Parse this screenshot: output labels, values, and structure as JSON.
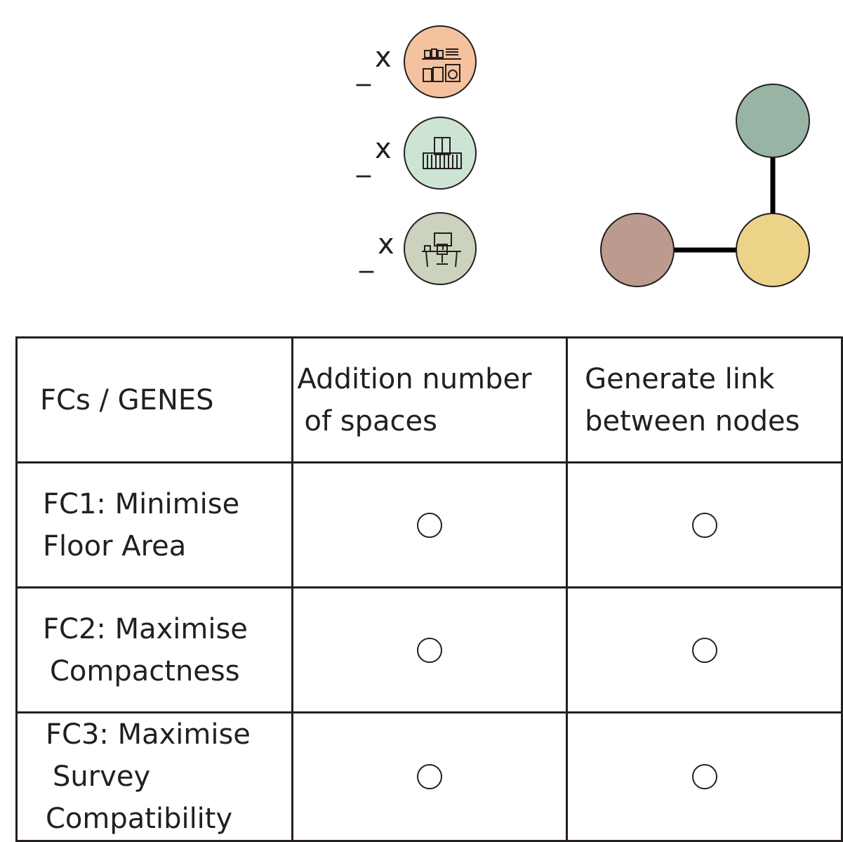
{
  "space_counters": [
    {
      "blank": "_",
      "mult": "x",
      "icon": "laundry-icon",
      "fill": "#f4c29e"
    },
    {
      "blank": "_",
      "mult": "x",
      "icon": "balcony-icon",
      "fill": "#cde4d5"
    },
    {
      "blank": "_",
      "mult": "x",
      "icon": "workspace-icon",
      "fill": "#cbd2bd"
    }
  ],
  "graph": {
    "nodes": [
      {
        "id": "top",
        "fill": "#98b4a5"
      },
      {
        "id": "left",
        "fill": "#bc9b8e"
      },
      {
        "id": "right",
        "fill": "#ecd388"
      }
    ],
    "edges": [
      [
        "top",
        "right"
      ],
      [
        "left",
        "right"
      ]
    ]
  },
  "table": {
    "header": {
      "corner": "FCs / GENES",
      "col1_line1": "Addition number",
      "col1_line2": "of spaces",
      "col2_line1": "Generate link",
      "col2_line2": "between nodes"
    },
    "rows": [
      {
        "line1": "FC1: Minimise",
        "line2": "Floor Area",
        "line3": ""
      },
      {
        "line1": "FC2: Maximise",
        "line2": "Compactness",
        "line3": ""
      },
      {
        "line1": "FC3: Maximise",
        "line2": "Survey",
        "line3": "Compatibility"
      }
    ]
  }
}
